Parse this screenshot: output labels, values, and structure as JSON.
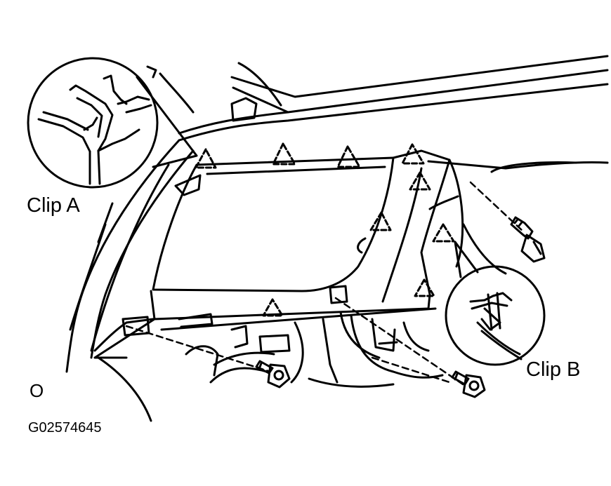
{
  "labels": {
    "clip_a": "Clip A",
    "clip_b": "Clip B",
    "corner_mark": "O",
    "figure_code": "G02574645"
  },
  "colors": {
    "line": "#000000",
    "background": "#ffffff"
  },
  "symbols": {
    "clip_marker": "dashed-triangle",
    "fastener": "bolt"
  }
}
